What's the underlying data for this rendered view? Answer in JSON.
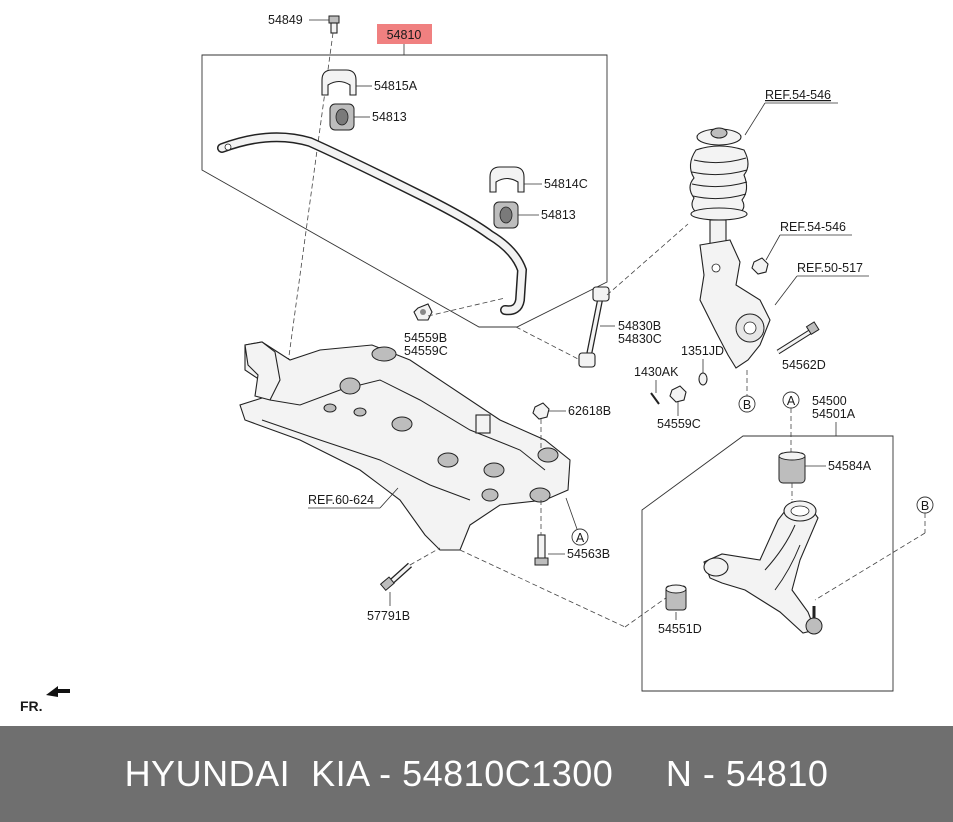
{
  "labels": {
    "main_part": "54810",
    "bolt_top": "54849",
    "bushing_bracket_a": "54815A",
    "bushing_1": "54813",
    "bushing_bracket_c": "54814C",
    "bushing_2": "54813",
    "nut_559b": "54559B",
    "nut_559c": "54559C",
    "link_b": "54830B",
    "link_c": "54830C",
    "nut_1351": "1351JD",
    "bolt_1430": "1430AK",
    "nut_559c_2": "54559C",
    "bolt_562": "54562D",
    "ref_strut": "REF.54-546",
    "ref_strut_2": "REF.54-546",
    "ref_knuckle": "REF.50-517",
    "nut_62618": "62618B",
    "ref_subframe": "REF.60-624",
    "bolt_563": "54563B",
    "bolt_57791": "57791B",
    "arm_500": "54500",
    "arm_501": "54501A",
    "bushing_584": "54584A",
    "bushing_551": "54551D",
    "marker_a": "A",
    "marker_b": "B",
    "direction": "FR."
  },
  "colors": {
    "highlight_box": "#f08080",
    "footer_bg": "#6f6f6f",
    "footer_text": "#ffffff"
  },
  "footer": {
    "text": "HYUNDAI  KIA - 54810C1300     N - 54810"
  }
}
